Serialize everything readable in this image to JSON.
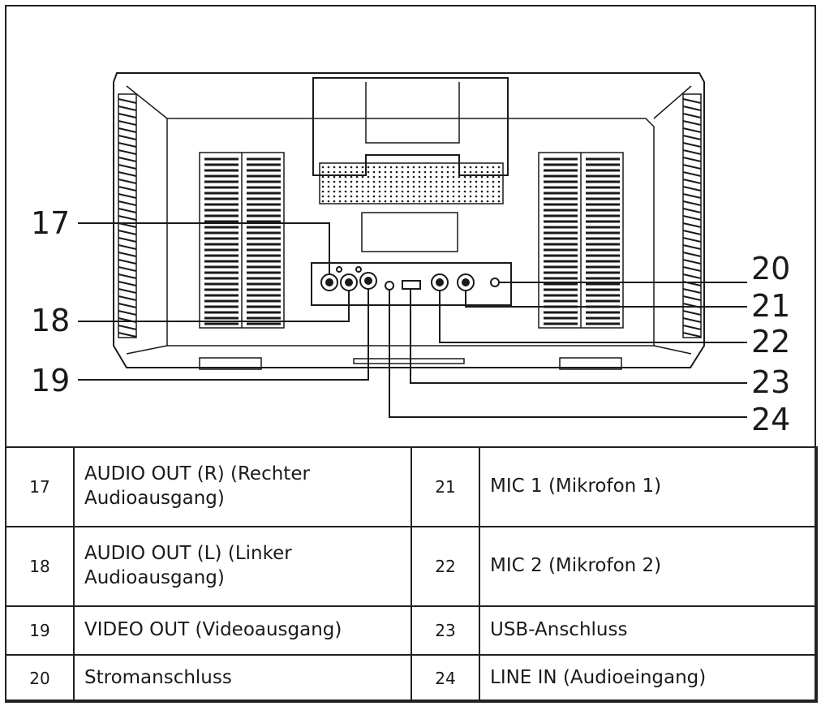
{
  "callouts": [
    {
      "num": "17"
    },
    {
      "num": "18"
    },
    {
      "num": "19"
    },
    {
      "num": "20"
    },
    {
      "num": "21"
    },
    {
      "num": "22"
    },
    {
      "num": "23"
    },
    {
      "num": "24"
    }
  ],
  "legend": {
    "rows": [
      {
        "left_num": "17",
        "left_text": "AUDIO OUT (R) (Rechter Audioausgang)",
        "right_num": "21",
        "right_text": "MIC 1 (Mikrofon 1)"
      },
      {
        "left_num": "18",
        "left_text": "AUDIO OUT (L) (Linker Audioausgang)",
        "right_num": "22",
        "right_text": "MIC 2 (Mikrofon 2)"
      },
      {
        "left_num": "19",
        "left_text": "VIDEO OUT (Videoausgang)",
        "right_num": "23",
        "right_text": "USB-Anschluss"
      },
      {
        "left_num": "20",
        "left_text": "Stromanschluss",
        "right_num": "24",
        "right_text": "LINE IN (Audioeingang)"
      }
    ]
  }
}
